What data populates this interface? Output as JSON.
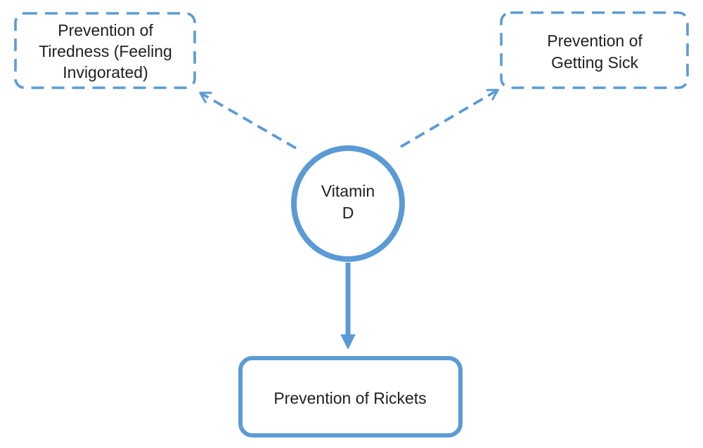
{
  "diagram": {
    "accent": "#5b9bd5",
    "text_color": "#1f1f1f",
    "background": "#ffffff",
    "center_node": {
      "id": "vitamin-d",
      "shape": "circle",
      "lines": [
        "Vitamin",
        "D"
      ]
    },
    "nodes": {
      "tiredness": {
        "shape": "rounded-rect",
        "border": "dashed",
        "lines": [
          "Prevention of",
          "Tiredness (Feeling",
          "Invigorated)"
        ]
      },
      "getting_sick": {
        "shape": "rounded-rect",
        "border": "dashed",
        "lines": [
          "Prevention of",
          "Getting Sick"
        ]
      },
      "rickets": {
        "shape": "rounded-rect",
        "border": "solid",
        "lines": [
          "Prevention of Rickets"
        ]
      }
    },
    "connectors": [
      {
        "from": "vitamin-d",
        "to": "tiredness",
        "style": "dashed-arrow"
      },
      {
        "from": "vitamin-d",
        "to": "getting_sick",
        "style": "dashed-arrow"
      },
      {
        "from": "vitamin-d",
        "to": "rickets",
        "style": "solid-arrow"
      }
    ]
  }
}
